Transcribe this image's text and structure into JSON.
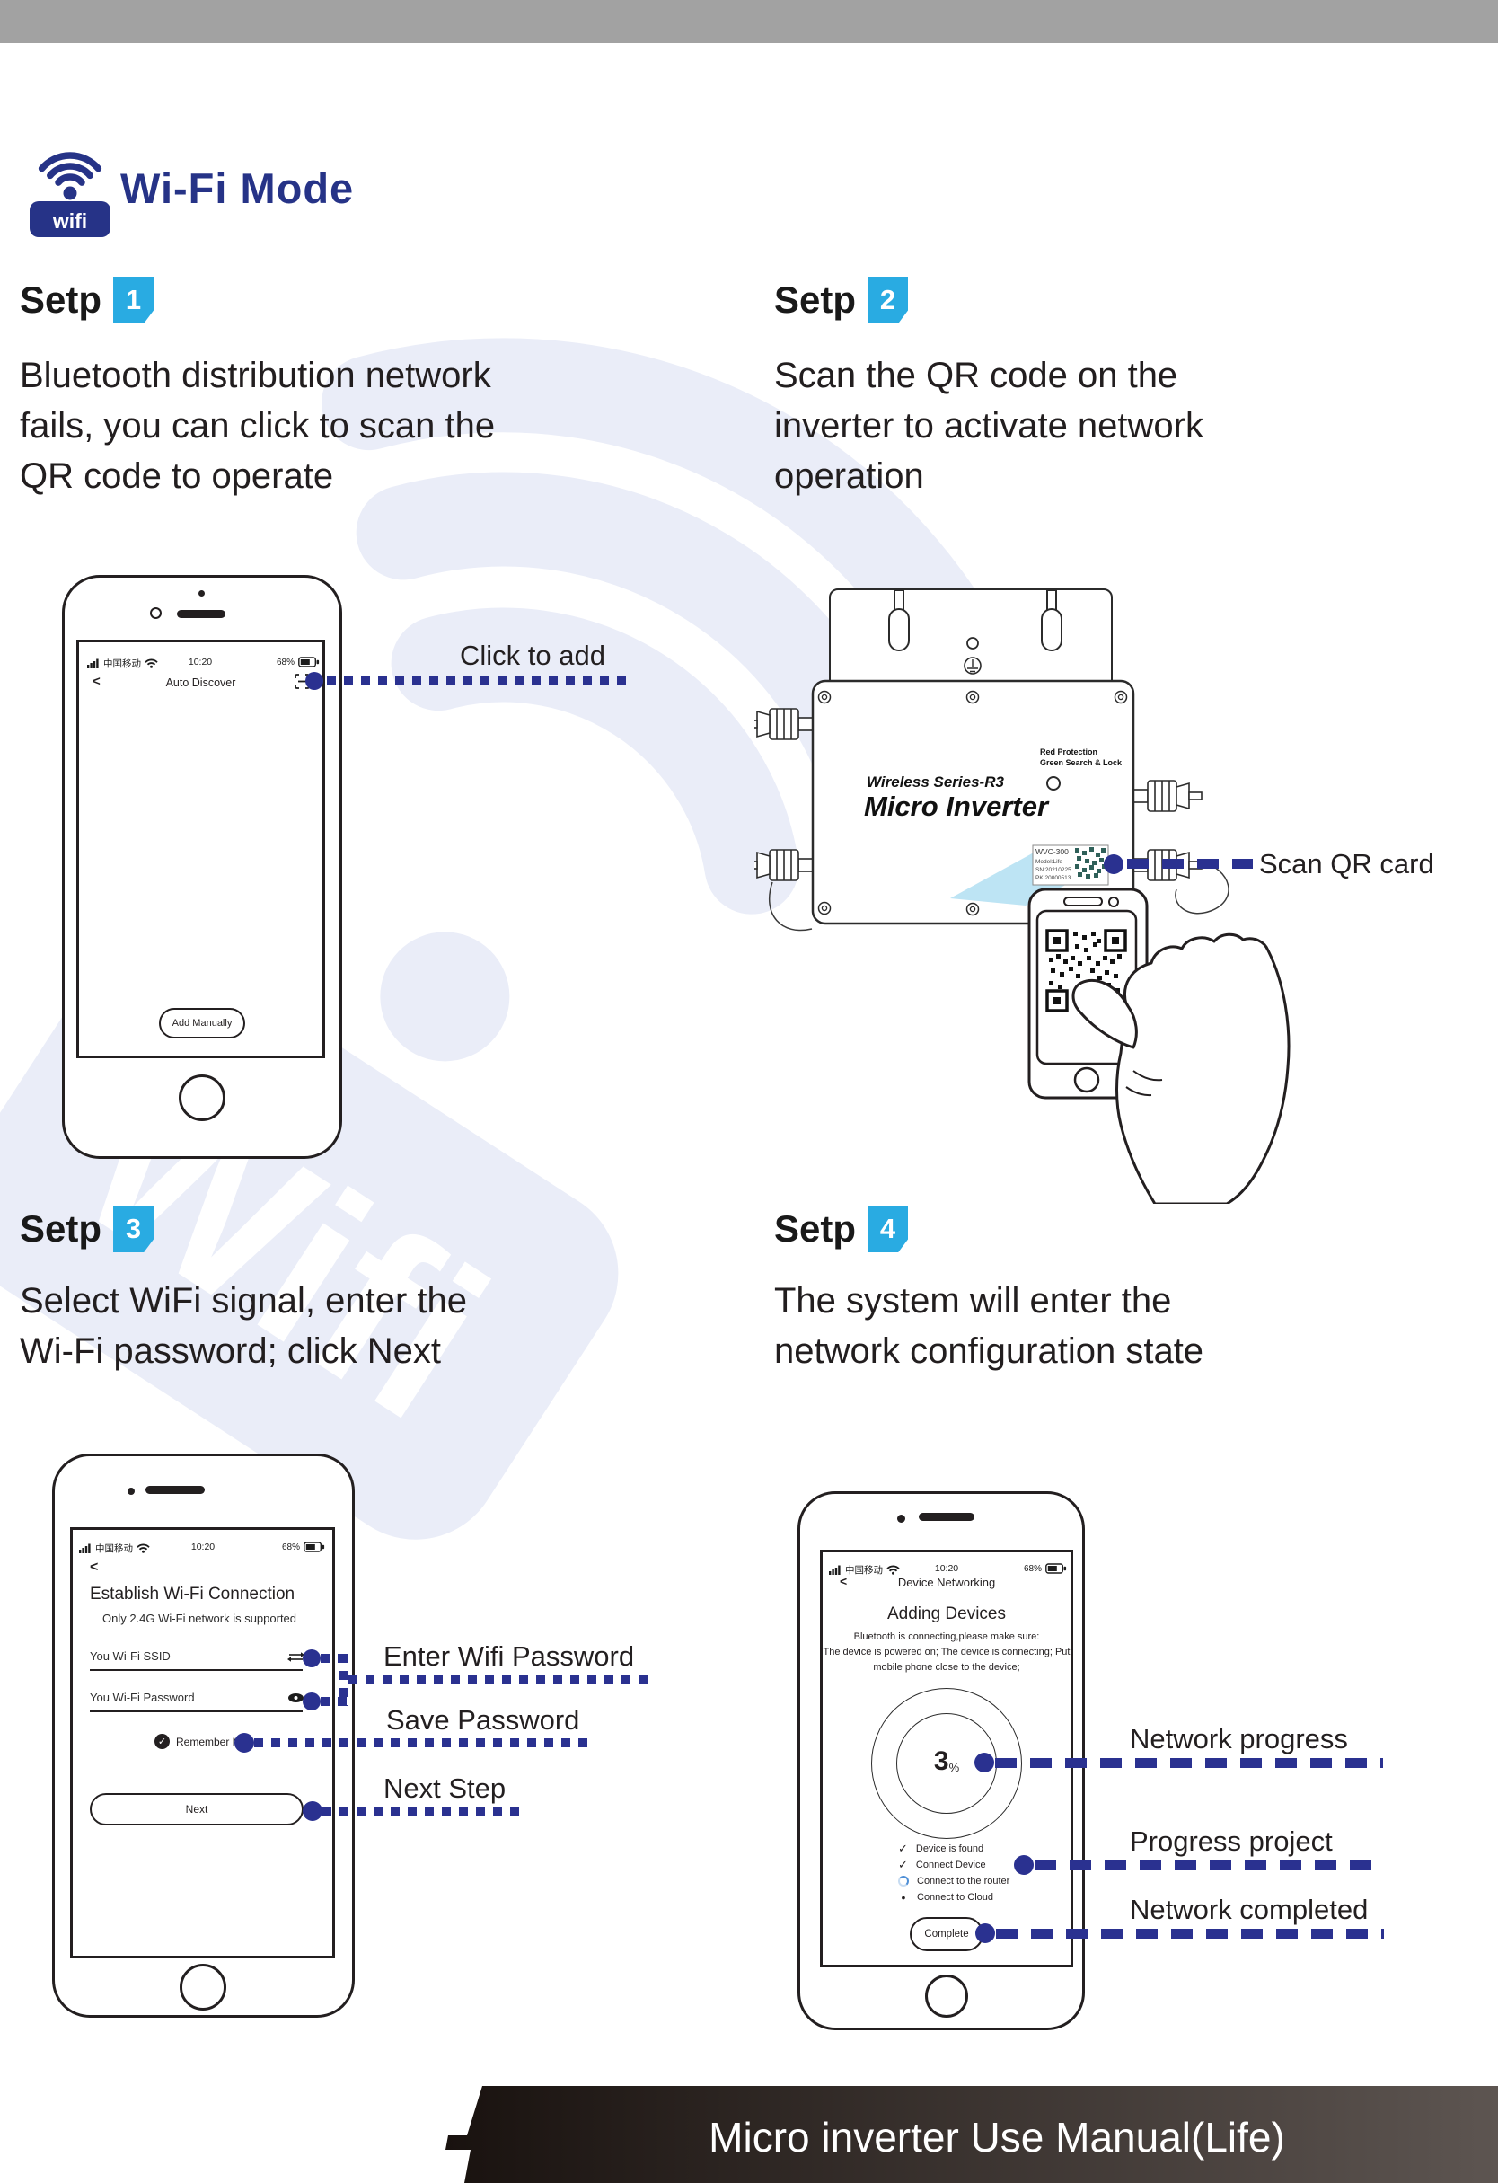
{
  "header": {
    "title": "Wi-Fi Mode",
    "icon_text": "wifi"
  },
  "watermark": {
    "text": "Wifi"
  },
  "steps": {
    "s1": {
      "label": "Setp",
      "num": "1",
      "text": "Bluetooth distribution network\nfails, you can click to scan the\nQR code to operate"
    },
    "s2": {
      "label": "Setp",
      "num": "2",
      "text": "Scan the QR code on the\ninverter to activate network\noperation"
    },
    "s3": {
      "label": "Setp",
      "num": "3",
      "text": "Select WiFi signal, enter the\nWi-Fi password; click Next"
    },
    "s4": {
      "label": "Setp",
      "num": "4",
      "text": "The system will enter the\nnetwork configuration state"
    }
  },
  "status": {
    "carrier": "中国移动",
    "time": "10:20",
    "battery": "68%"
  },
  "phone1": {
    "back": "<",
    "title": "Auto Discover",
    "add_button": "Add Manually",
    "annotation": "Click to add"
  },
  "inverter": {
    "series": "Wireless Series-R3",
    "name": "Micro Inverter",
    "led_line1": "Red  Protection",
    "led_line2": "Green  Search & Lock",
    "label_model": "WVC-300",
    "label_type": "Model:Life",
    "label_sn": "SN:20210225",
    "label_pk": "PK:20000513",
    "annotation": "Scan QR card"
  },
  "phone3": {
    "back": "<",
    "title": "Establish Wi-Fi Connection",
    "subtitle": "Only 2.4G Wi-Fi network is supported",
    "ssid": "You Wi-Fi SSID",
    "password": "You Wi-Fi Password",
    "remember": "Remember Me",
    "next": "Next",
    "ann_enter": "Enter Wifi Password",
    "ann_save": "Save Password",
    "ann_next": "Next Step"
  },
  "phone4": {
    "back": "<",
    "title": "Device Networking",
    "heading": "Adding Devices",
    "line1": "Bluetooth is connecting,please make sure:",
    "line2": "The device is powered on; The device is connecting; Put",
    "line3": "mobile phone close to the device;",
    "progress": "3",
    "percent": "%",
    "check1": "Device is found",
    "check2": "Connect Device",
    "check3": "Connect to the router",
    "check4": "Connect to Cloud",
    "complete": "Complete",
    "ann_progress": "Network progress",
    "ann_project": "Progress project",
    "ann_complete": "Network completed"
  },
  "footer": {
    "label": "Micro inverter Use Manual(Life)"
  },
  "colors": {
    "navy": "#2a3190",
    "title_blue": "#263387",
    "badge_cyan": "#29abe2",
    "ink": "#231f20",
    "watermark": "#eaedf8",
    "beam_blue": "#aadcf1",
    "footer_dark": "#19120f",
    "footer_light": "#5d5551",
    "top_bar": "#a2a2a2"
  }
}
